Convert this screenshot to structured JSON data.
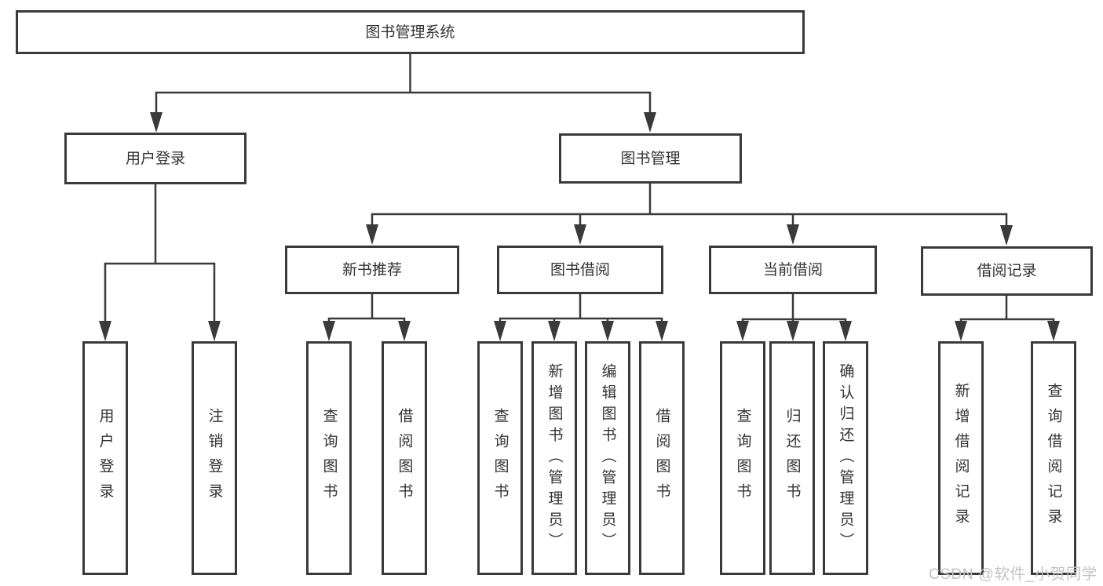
{
  "diagram": {
    "title": "图书管理系统",
    "root": {
      "label": "图书管理系统"
    },
    "level2": [
      {
        "label": "用户登录"
      },
      {
        "label": "图书管理"
      }
    ],
    "level3": [
      {
        "label": "新书推荐",
        "parent": "图书管理"
      },
      {
        "label": "图书借阅",
        "parent": "图书管理"
      },
      {
        "label": "当前借阅",
        "parent": "图书管理"
      },
      {
        "label": "借阅记录",
        "parent": "图书管理"
      }
    ],
    "leaves": [
      {
        "label": "用户登录",
        "parent": "用户登录"
      },
      {
        "label": "注销登录",
        "parent": "用户登录"
      },
      {
        "label": "查询图书",
        "parent": "新书推荐"
      },
      {
        "label": "借阅图书",
        "parent": "新书推荐"
      },
      {
        "label": "查询图书",
        "parent": "图书借阅"
      },
      {
        "label": "新增图书（管理员）",
        "parent": "图书借阅"
      },
      {
        "label": "编辑图书（管理员）",
        "parent": "图书借阅"
      },
      {
        "label": "借阅图书",
        "parent": "图书借阅"
      },
      {
        "label": "查询图书",
        "parent": "当前借阅"
      },
      {
        "label": "归还图书",
        "parent": "当前借阅"
      },
      {
        "label": "确认归还（管理员）",
        "parent": "当前借阅"
      },
      {
        "label": "新增借阅记录",
        "parent": "借阅记录"
      },
      {
        "label": "查询借阅记录",
        "parent": "借阅记录"
      }
    ]
  },
  "watermark": "CSDN @软件_小贺同学",
  "colors": {
    "line": "#3a3a3a",
    "text": "#333333",
    "watermark": "#c3c3c3",
    "background": "#ffffff"
  }
}
